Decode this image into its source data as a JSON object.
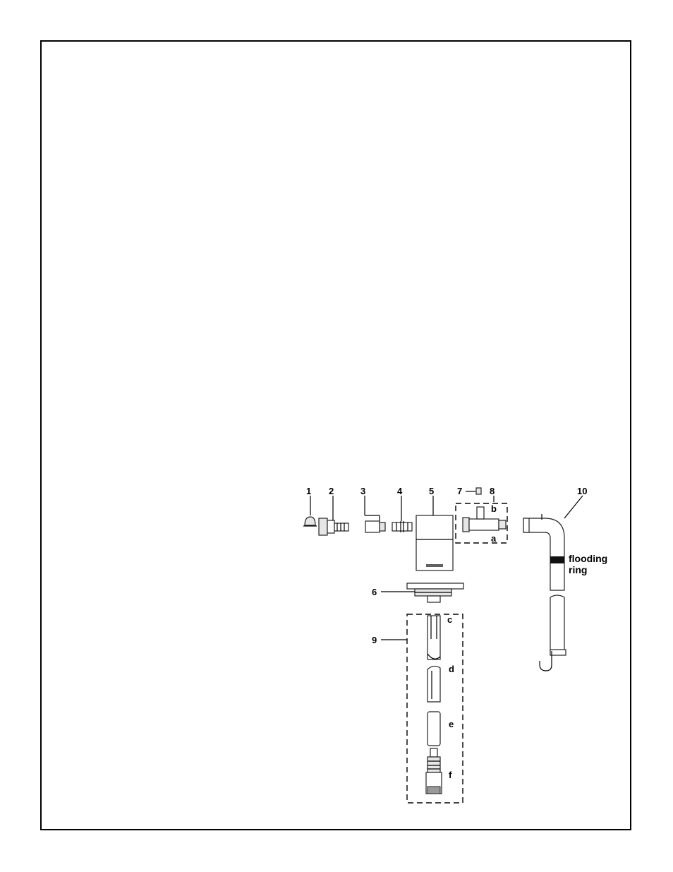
{
  "callouts": {
    "n1": "1",
    "n2": "2",
    "n3": "3",
    "n4": "4",
    "n5": "5",
    "n6": "6",
    "n7": "7",
    "n8": "8",
    "n9": "9",
    "n10": "10",
    "a": "a",
    "b": "b",
    "c": "c",
    "d": "d",
    "e": "e",
    "f": "f"
  },
  "notes": {
    "flooding_line1": "flooding",
    "flooding_line2": "ring"
  },
  "colors": {
    "line": "#000000",
    "part_fill": "#ffffff",
    "part_shade": "#e6e6e6",
    "flooding_ring": "#111111"
  }
}
